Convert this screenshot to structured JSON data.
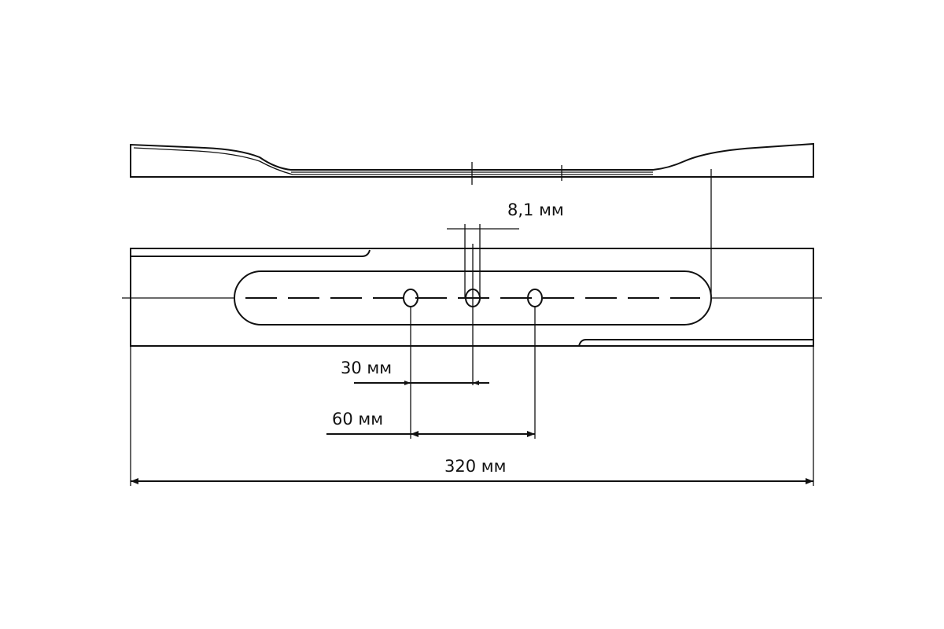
{
  "dimensions": {
    "slot_width": "8,1 мм",
    "hole_offset": "30 мм",
    "hole_spacing": "60 мм",
    "total_length": "320 мм"
  }
}
